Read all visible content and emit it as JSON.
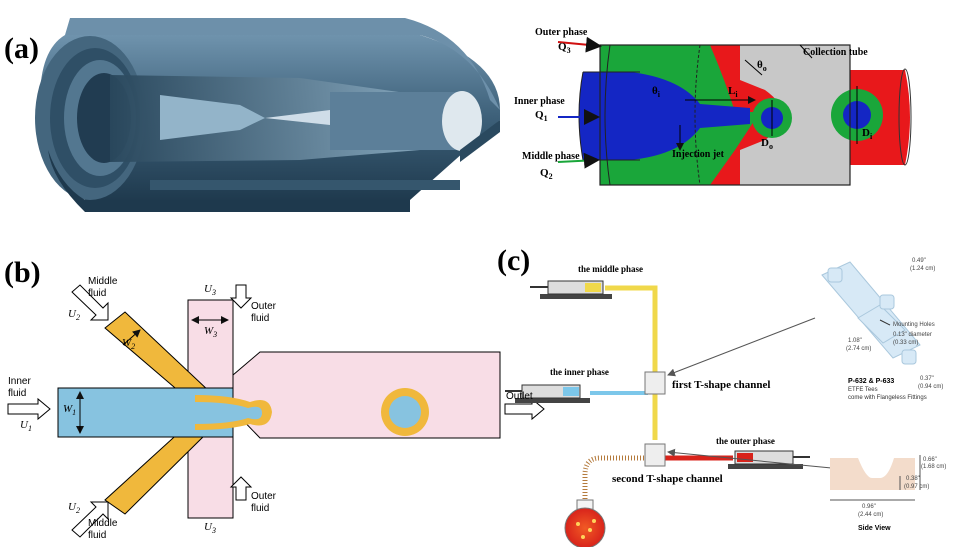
{
  "panels": {
    "a": "(a)",
    "b": "(b)",
    "c": "(c)"
  },
  "panel_a": {
    "outer_phase": "Outer phase",
    "q3": "Q",
    "q3_sub": "3",
    "inner_phase": "Inner phase",
    "q1": "Q",
    "q1_sub": "1",
    "middle_phase": "Middle phase",
    "q2": "Q",
    "q2_sub": "2",
    "collection_tube": "Collection tube",
    "theta_o": "θ",
    "theta_o_sub": "o",
    "theta_i": "θ",
    "theta_i_sub": "i",
    "l_i": "L",
    "l_i_sub": "i",
    "d_o": "D",
    "d_o_sub": "o",
    "d_i": "D",
    "d_i_sub": "i",
    "injection_jet": "Injection jet"
  },
  "panel_b": {
    "middle_fluid_top": "Middle fluid",
    "u2_top": "U",
    "u2_top_sub": "2",
    "u3_top": "U",
    "u3_top_sub": "3",
    "outer_fluid_top": "Outer fluid",
    "w2": "W",
    "w2_sub": "2",
    "w3": "W",
    "w3_sub": "3",
    "inner_fluid": "Inner fluid",
    "u1": "U",
    "u1_sub": "1",
    "w1": "W",
    "w1_sub": "1",
    "outlet": "Outlet",
    "u2_bottom": "U",
    "u2_bottom_sub": "2",
    "middle_fluid_bottom": "Middle fluid",
    "outer_fluid_bottom": "Outer fluid",
    "u3_bottom": "U",
    "u3_bottom_sub": "3"
  },
  "panel_c": {
    "middle_phase": "the middle phase",
    "inner_phase": "the inner phase",
    "first_t": "first T-shape channel",
    "outer_phase": "the outer phase",
    "second_t": "second T-shape channel",
    "dim_049": "0.49\"",
    "dim_124": "(1.24 cm)",
    "mounting_holes": "Mounting Holes",
    "dim_013": "0.13\" diameter",
    "dim_033": "(0.33 cm)",
    "dim_108": "1.08\"",
    "dim_274": "(2.74 cm)",
    "dim_037": "0.37\"",
    "dim_094": "(0.94 cm)",
    "part_no": "P-632 & P-633",
    "etfe": "ETFE Tees",
    "flangeless": "come with Flangeless Fittings",
    "dim_066": "0.66\"",
    "dim_168": "(1.68 cm)",
    "dim_038": "0.38\"",
    "dim_097": "(0.97 cm)",
    "dim_096": "0.96\"",
    "dim_244": "(2.44 cm)",
    "side_view": "Side View"
  },
  "colors": {
    "pipe_blue": "#3c6078",
    "phase_red": "#e8181b",
    "phase_green": "#1aa63a",
    "phase_blue": "#1426c4",
    "phase_grey": "#c8c8c8",
    "chip_blue": "#87c3e0",
    "chip_orange": "#f0b83c",
    "chip_pink": "#f8dde6",
    "tube_yellow": "#f0d84a"
  }
}
